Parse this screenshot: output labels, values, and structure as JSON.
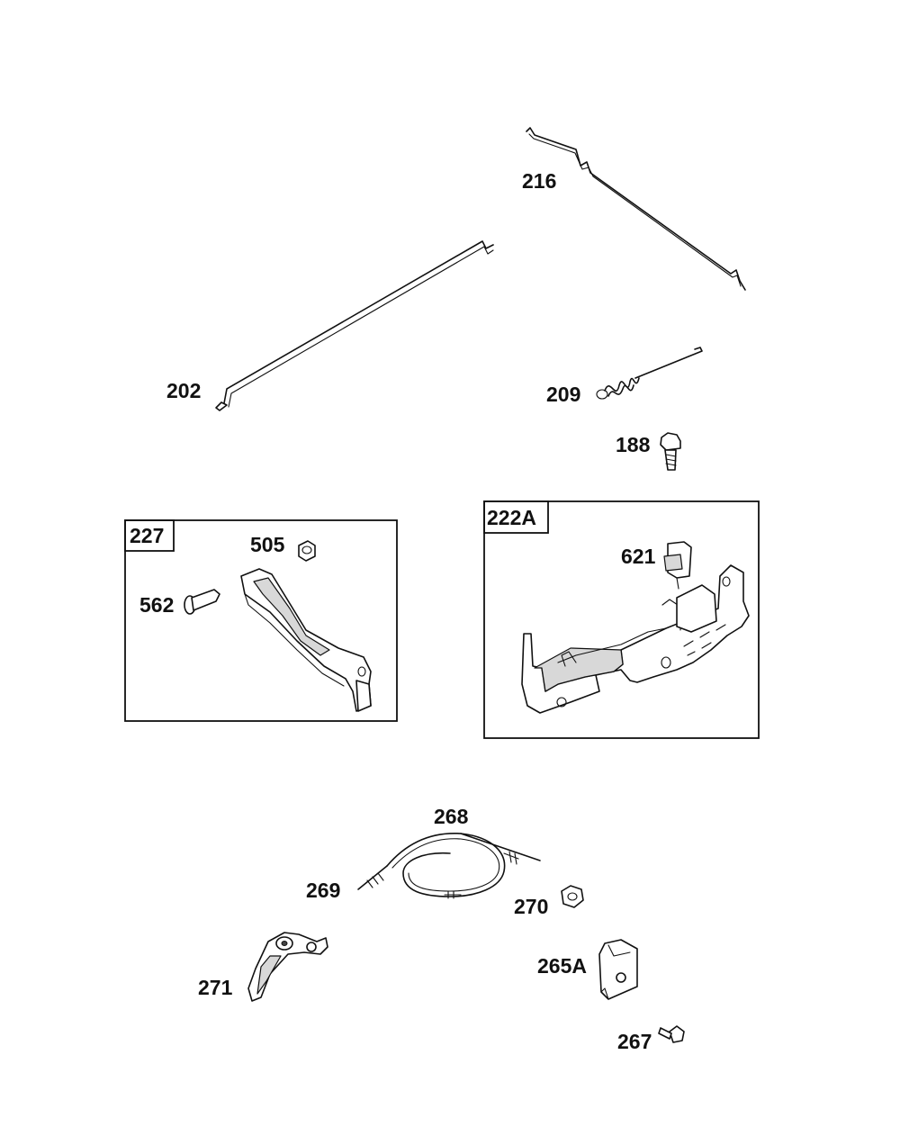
{
  "labels": {
    "p216": "216",
    "p202": "202",
    "p209": "209",
    "p188": "188",
    "p227": "227",
    "p505": "505",
    "p562": "562",
    "p222A": "222A",
    "p621": "621",
    "p268": "268",
    "p269": "269",
    "p270": "270",
    "p271": "271",
    "p265A": "265A",
    "p267": "267"
  }
}
